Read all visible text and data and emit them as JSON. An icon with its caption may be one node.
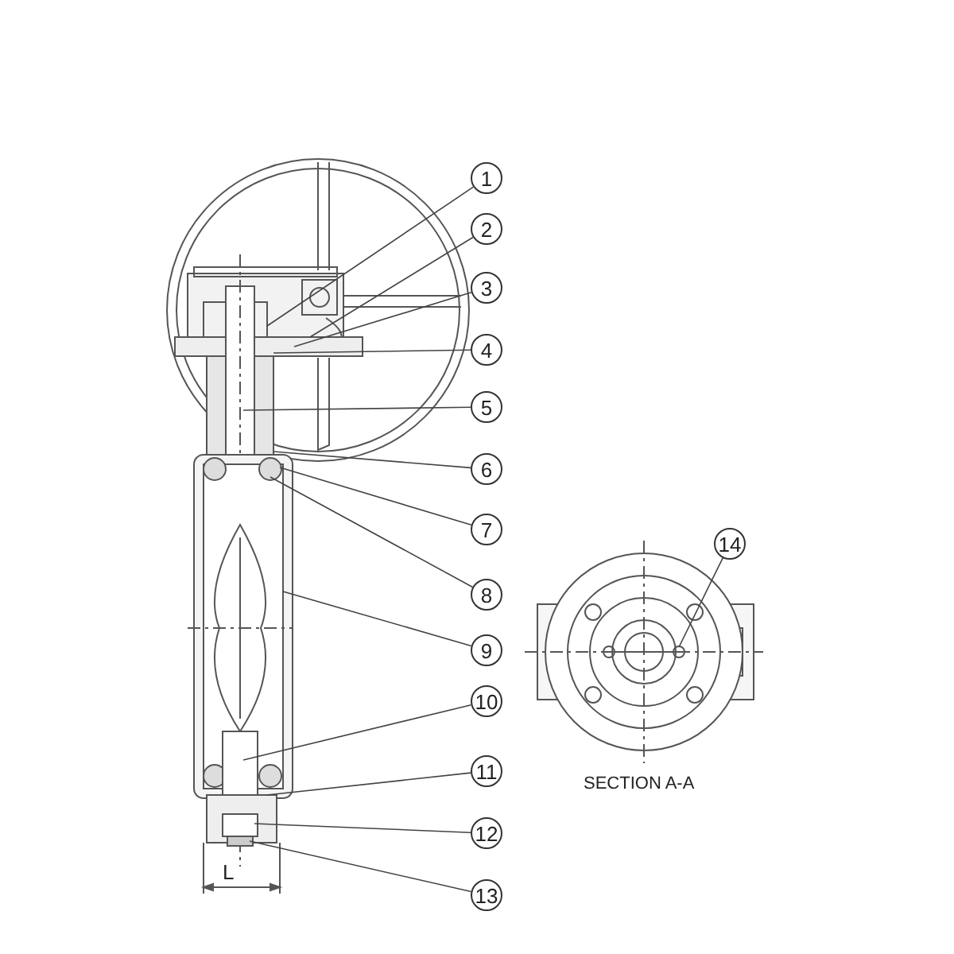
{
  "diagram": {
    "nodes": [
      {
        "text": [
          "1"
        ]
      },
      {
        "text": [
          "2"
        ]
      },
      {
        "text": [
          "3"
        ]
      },
      {
        "text": [
          "4"
        ]
      },
      {
        "text": [
          "5"
        ]
      },
      {
        "text": [
          "6"
        ]
      },
      {
        "text": [
          "7"
        ]
      },
      {
        "text": [
          "8"
        ]
      },
      {
        "text": [
          "9"
        ]
      },
      {
        "text": [
          "10"
        ]
      },
      {
        "text": [
          "11"
        ]
      },
      {
        "text": [
          "12"
        ]
      },
      {
        "text": [
          "13"
        ]
      },
      {
        "text": [
          "14"
        ]
      }
    ],
    "edges": [
      {
        "from": 0,
        "to": null,
        "arrow": "none"
      },
      {
        "from": 1,
        "to": null,
        "arrow": "none"
      },
      {
        "from": 2,
        "to": null,
        "arrow": "none"
      },
      {
        "from": 3,
        "to": null,
        "arrow": "none"
      },
      {
        "from": 4,
        "to": null,
        "arrow": "none"
      },
      {
        "from": 5,
        "to": null,
        "arrow": "none"
      },
      {
        "from": 6,
        "to": null,
        "arrow": "none"
      },
      {
        "from": 7,
        "to": null,
        "arrow": "none"
      },
      {
        "from": 8,
        "to": null,
        "arrow": "none"
      },
      {
        "from": 9,
        "to": null,
        "arrow": "none"
      },
      {
        "from": 10,
        "to": null,
        "arrow": "none"
      },
      {
        "from": 11,
        "to": null,
        "arrow": "none"
      },
      {
        "from": 12,
        "to": null,
        "arrow": "none"
      },
      {
        "from": 13,
        "to": null,
        "arrow": "none"
      }
    ],
    "labels": [
      "L",
      "SECTION A-A"
    ]
  }
}
